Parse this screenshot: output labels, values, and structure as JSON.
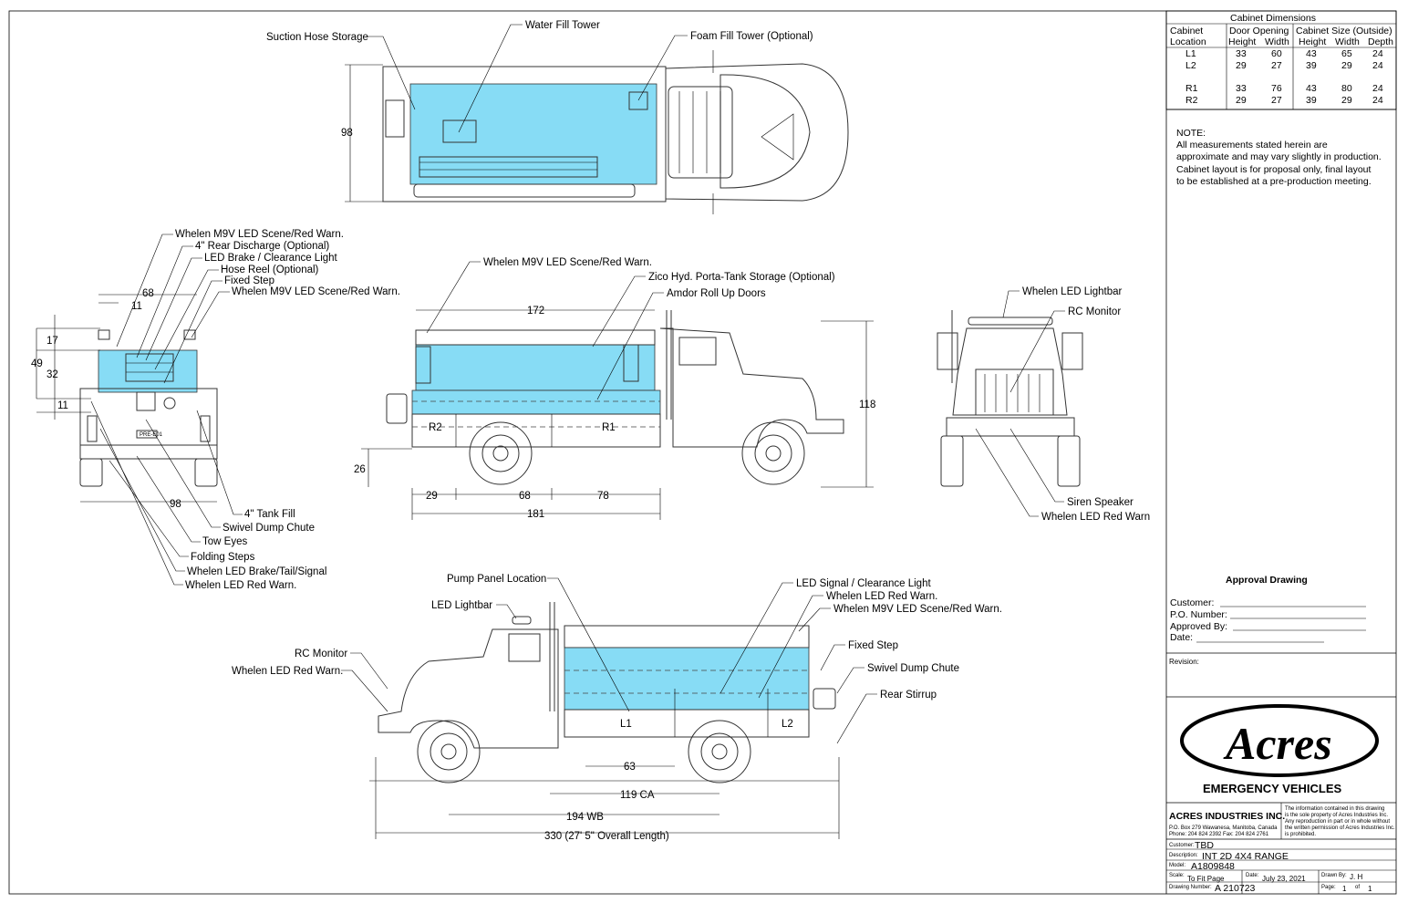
{
  "cabinet_table": {
    "title": "Cabinet Dimensions",
    "head": {
      "cab_loc": [
        "Cabinet",
        "Location"
      ],
      "door_group": "Door Opening",
      "size_group": "Cabinet Size (Outside)",
      "sub": [
        "Height",
        "Width",
        "Height",
        "Width",
        "Depth"
      ]
    },
    "rows": [
      [
        "L1",
        "33",
        "60",
        "43",
        "65",
        "24"
      ],
      [
        "L2",
        "29",
        "27",
        "39",
        "29",
        "24"
      ],
      [
        "R1",
        "33",
        "76",
        "43",
        "80",
        "24"
      ],
      [
        "R2",
        "29",
        "27",
        "39",
        "29",
        "24"
      ]
    ]
  },
  "note": {
    "title": "NOTE:",
    "lines": [
      "All measurements stated herein are",
      "approximate and may vary slightly in production.",
      "Cabinet layout is for proposal only, final layout",
      "to be established at a pre-production meeting."
    ]
  },
  "approval": {
    "title": "Approval Drawing",
    "fields": [
      "Customer:",
      "P.O. Number:",
      "Approved By:",
      "Date:"
    ],
    "revision": "Revision:"
  },
  "logo": {
    "script": "Acres",
    "sub": "EMERGENCY VEHICLES"
  },
  "company": {
    "name": "ACRES INDUSTRIES INC.",
    "addr1": "P.O. Box 279 Wawanesa, Manitoba, Canada",
    "addr2": "Phone: 204 824 2392      Fax: 204 824 2761",
    "disclaimer": [
      "The information contained in this drawing",
      "is the sole property of Acres Industries Inc.",
      "Any reproduction in part or in whole without",
      "the written permission of Acres Industries Inc.",
      "is prohibited."
    ]
  },
  "title_block": {
    "customer_label": "Customer:",
    "customer": "TBD",
    "description_label": "Description:",
    "description": "INT 2D 4X4 RANGE",
    "model_label": "Model:",
    "model": "A1809848",
    "scale_label": "Scale:",
    "scale": "To Fit Page",
    "date_label": "Date:",
    "date": "July 23, 2021",
    "drawn_label": "Drawn By:",
    "drawn": "J. H",
    "drawing_label": "Drawing Number:",
    "drawing": "A 210723",
    "page_label": "Page:",
    "page": "1",
    "of": "of",
    "pages": "1"
  },
  "callouts_top": {
    "suction": "Suction Hose Storage",
    "water": "Water Fill Tower",
    "foam": "Foam Fill Tower (Optional)",
    "width": "98"
  },
  "callouts_rear": {
    "top": [
      "Whelen M9V LED Scene/Red Warn.",
      "4\" Rear Discharge (Optional)",
      "LED Brake / Clearance Light",
      "Hose Reel (Optional)",
      "Fixed Step",
      "Whelen M9V LED Scene/Red Warn."
    ],
    "bottom": [
      "4\" Tank Fill",
      "Swivel Dump Chute",
      "Tow Eyes",
      "Folding Steps",
      "Whelen LED Brake/Tail/Signal",
      "Whelen LED Red Warn."
    ],
    "dims": {
      "w68": "68",
      "w11": "11",
      "h17": "17",
      "h49": "49",
      "h32": "32",
      "h11": "11",
      "w98": "98"
    },
    "plate": "PRE-E01"
  },
  "callouts_side_r": {
    "m9v": "Whelen M9V LED Scene/Red Warn.",
    "zico": "Zico Hyd. Porta-Tank Storage (Optional)",
    "amdor": "Amdor Roll Up Doors",
    "d172": "172",
    "d118": "118",
    "d26": "26",
    "d29": "29",
    "d68": "68",
    "d78": "78",
    "d181": "181",
    "r1": "R1",
    "r2": "R2"
  },
  "callouts_front": {
    "lightbar": "Whelen LED Lightbar",
    "rc": "RC Monitor",
    "siren": "Siren Speaker",
    "redwarn": "Whelen LED Red Warn"
  },
  "callouts_side_l": {
    "pump": "Pump Panel Location",
    "lightbar": "LED Lightbar",
    "rc": "RC Monitor",
    "redwarn": "Whelen LED Red Warn.",
    "signal": "LED Signal / Clearance Light",
    "redwarn2": "Whelen LED Red Warn.",
    "m9v": "Whelen M9V LED Scene/Red Warn.",
    "fixedstep": "Fixed Step",
    "swivel": "Swivel Dump Chute",
    "stirrup": "Rear Stirrup",
    "d63": "63",
    "d119": "119 CA",
    "d194": "194 WB",
    "d330": "330 (27' 5\" Overall Length)",
    "l1": "L1",
    "l2": "L2"
  }
}
